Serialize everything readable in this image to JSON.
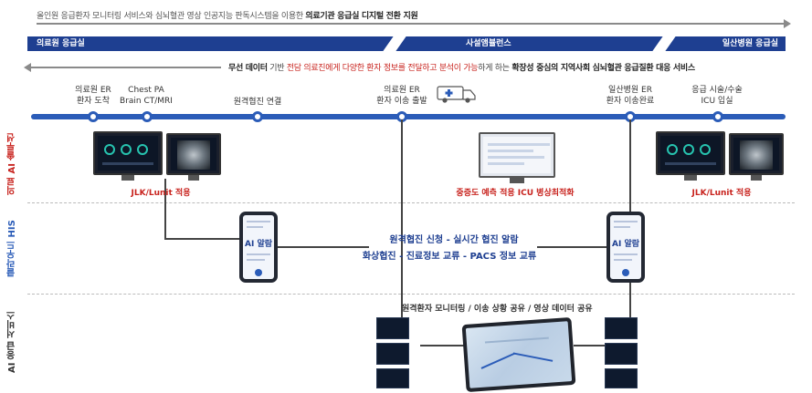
{
  "header": {
    "top_text_normal": "올인원 응급환자 모니터링 서비스와 심뇌혈관 영상 인공지능 판독시스템을 이용한 ",
    "top_text_bold": "의료기관 응급실 디지털 전환 지원"
  },
  "banner": {
    "left": "의료원 응급실",
    "middle": "사설앰뷸런스",
    "right": "일산병원 응급실"
  },
  "subline": {
    "p1": "무선 데이터",
    "p2": " 기반 ",
    "p3": "전담 의료진에게 다양한 환자 정보를 전달하고 분석이 가능",
    "p4": "하게 하는 ",
    "p5": "확장성 중심의 지역사회 심뇌혈관 응급질환 대응 서비스"
  },
  "timeline": {
    "labels": [
      {
        "l1": "의료원 ER",
        "l2": "환자 도착"
      },
      {
        "l1": "Chest PA",
        "l2": "Brain CT/MRI"
      },
      {
        "l1": "원격협진 연결",
        "l2": ""
      },
      {
        "l1": "의료원 ER",
        "l2": "환자 이송 출발"
      },
      {
        "l1": "일산병원 ER",
        "l2": "환자 이송완료"
      },
      {
        "l1": "응급 시술/수술",
        "l2": "ICU 입실"
      }
    ]
  },
  "sections": {
    "ai": "의료 AI 솔루션",
    "his": "클라우드 HIS",
    "svc": "AI 응급 서비스"
  },
  "captions": {
    "left_ai": "JLK/Lunit 적용",
    "mid_ai": "중증도 예측 적용 ICU 병상최적화",
    "right_ai": "JLK/Lunit 적용",
    "phone_label": "AI 알람",
    "his_line1": "원격협진 신청 - 실시간 협진 알람",
    "his_line2": "화상협진 - 진료정보 교류 - PACS 정보 교류",
    "bottom": "원격환자 모니터링 / 이송 상황 공유 / 영상 데이터 공유"
  },
  "icons": [
    "ambulance-icon",
    "monitor-icon",
    "phone-icon",
    "tablet-icon"
  ],
  "colors": {
    "banner": "#1e3f91",
    "timeline": "#2b5cb8",
    "accent_red": "#c8231e"
  }
}
